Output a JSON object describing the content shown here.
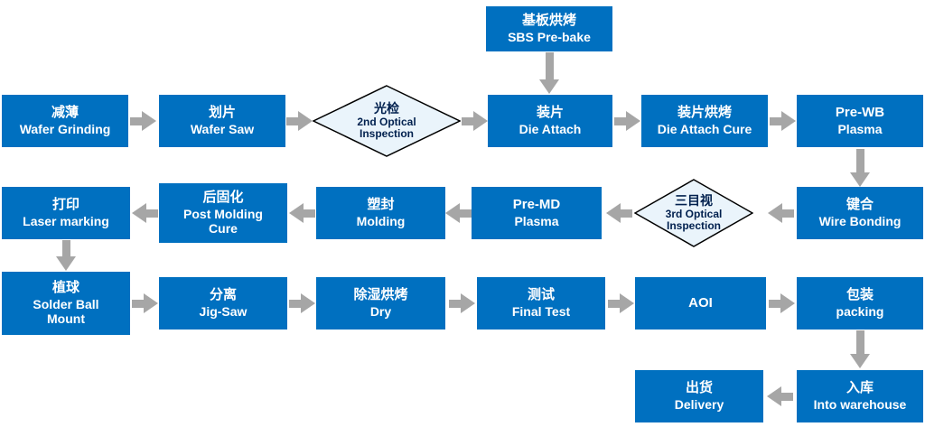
{
  "colors": {
    "box_blue": "#0070C0",
    "arrow_gray": "#A6A6A6",
    "diamond_fill": "#EAF4FB",
    "diamond_border": "#000000",
    "diamond_text": "#00204E",
    "box_text": "#FFFFFF",
    "background": "#FFFFFF"
  },
  "nodes": {
    "sbs_prebake": {
      "l1": "基板烘烤",
      "l2": "SBS Pre-bake"
    },
    "wafer_grinding": {
      "l1": "减薄",
      "l2": "Wafer Grinding"
    },
    "wafer_saw": {
      "l1": "划片",
      "l2": "Wafer Saw"
    },
    "die_attach": {
      "l1": "装片",
      "l2": "Die Attach"
    },
    "die_attach_cure": {
      "l1": "装片烘烤",
      "l2": "Die Attach Cure"
    },
    "pre_wb_plasma": {
      "l1": "Pre-WB",
      "l2": "Plasma"
    },
    "wire_bonding": {
      "l1": "键合",
      "l2": "Wire Bonding"
    },
    "pre_md_plasma": {
      "l1": "Pre-MD",
      "l2": "Plasma"
    },
    "molding": {
      "l1": "塑封",
      "l2": "Molding"
    },
    "post_molding_cure": {
      "l1": "后固化",
      "l2": "Post Molding\nCure"
    },
    "laser_marking": {
      "l1": "打印",
      "l2": "Laser marking"
    },
    "solder_ball_mount": {
      "l1": "植球",
      "l2": "Solder Ball\nMount"
    },
    "jig_saw": {
      "l1": "分离",
      "l2": "Jig-Saw"
    },
    "dry": {
      "l1": "除湿烘烤",
      "l2": "Dry"
    },
    "final_test": {
      "l1": "测试",
      "l2": "Final Test"
    },
    "aoi": {
      "l1": "AOI",
      "l2": ""
    },
    "packing": {
      "l1": "包装",
      "l2": "packing"
    },
    "into_warehouse": {
      "l1": "入库",
      "l2": "Into warehouse"
    },
    "delivery": {
      "l1": "出货",
      "l2": "Delivery"
    }
  },
  "decisions": {
    "optical_2nd": {
      "zh": "光检",
      "en": "2nd Optical\nInspection"
    },
    "optical_3rd": {
      "zh": "三目视",
      "en": "3rd Optical\nInspection"
    }
  }
}
